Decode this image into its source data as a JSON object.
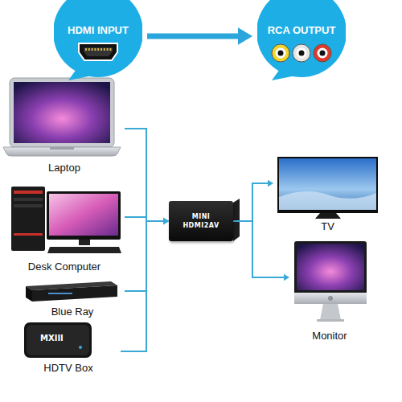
{
  "diagram": {
    "nodes": [
      {
        "text": [
          "HDMI INPUT"
        ]
      },
      {
        "text": [
          "RCA OUTPUT"
        ]
      },
      {
        "text": [
          "Laptop"
        ]
      },
      {
        "text": [
          "Desk Computer"
        ]
      },
      {
        "text": [
          "Blue Ray"
        ]
      },
      {
        "text": [
          "HDTV Box"
        ]
      },
      {
        "text": [
          "MINI",
          "HDMI2AV"
        ]
      },
      {
        "text": [
          "TV"
        ]
      },
      {
        "text": [
          "Monitor"
        ]
      }
    ],
    "edges": [
      {
        "from": 0,
        "to": 1,
        "arrow": "to"
      },
      {
        "from": 2,
        "to": 6,
        "arrow": "to"
      },
      {
        "from": 3,
        "to": 6,
        "arrow": "to"
      },
      {
        "from": 4,
        "to": 6,
        "arrow": "to"
      },
      {
        "from": 5,
        "to": 6,
        "arrow": "to"
      },
      {
        "from": 6,
        "to": 7,
        "arrow": "to"
      },
      {
        "from": 6,
        "to": 8,
        "arrow": "to"
      }
    ],
    "labels": [
      "MXIII"
    ]
  }
}
